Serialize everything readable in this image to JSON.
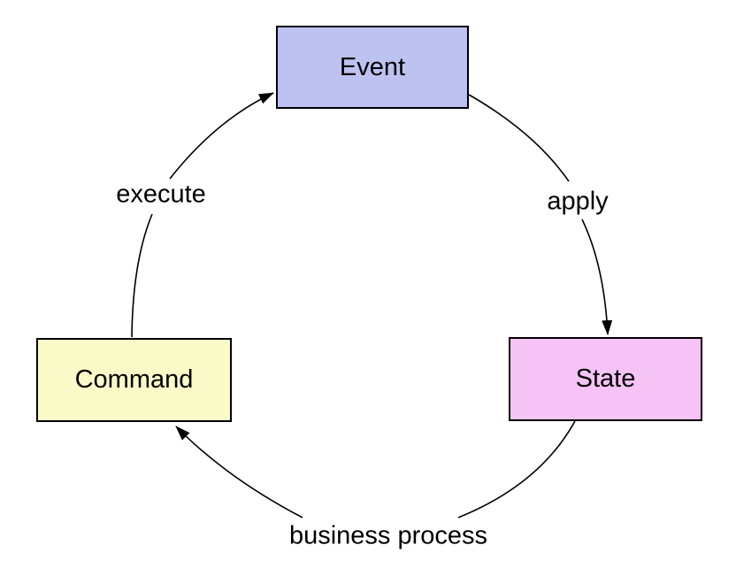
{
  "diagram": {
    "background_color": "#FFFFFF",
    "stroke_color": "#000000",
    "text_color": "#000000",
    "nodes": [
      {
        "id": "event",
        "label": "Event",
        "fill": "#BEC2F1"
      },
      {
        "id": "state",
        "label": "State",
        "fill": "#F5C3F5"
      },
      {
        "id": "command",
        "label": "Command",
        "fill": "#FAFAC9"
      }
    ],
    "edges": [
      {
        "from": "command",
        "to": "event",
        "label": "execute"
      },
      {
        "from": "event",
        "to": "state",
        "label": "apply"
      },
      {
        "from": "state",
        "to": "command",
        "label": "business process"
      }
    ]
  }
}
